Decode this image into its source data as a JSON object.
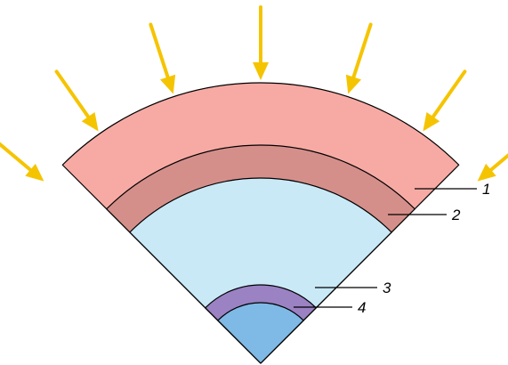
{
  "colors": {
    "outer_layer": "#f7aaa4",
    "second_layer": "#d58f8a",
    "middle_zone": "#c9e9f7",
    "third_layer": "#9a82c3",
    "core": "#7fb9e5",
    "rays": "#f5c400",
    "outline": "#000000"
  },
  "icons": {
    "ray": "arrow-icon"
  },
  "labels": [
    {
      "text": "1"
    },
    {
      "text": "2"
    },
    {
      "text": "3"
    },
    {
      "text": "4"
    }
  ]
}
